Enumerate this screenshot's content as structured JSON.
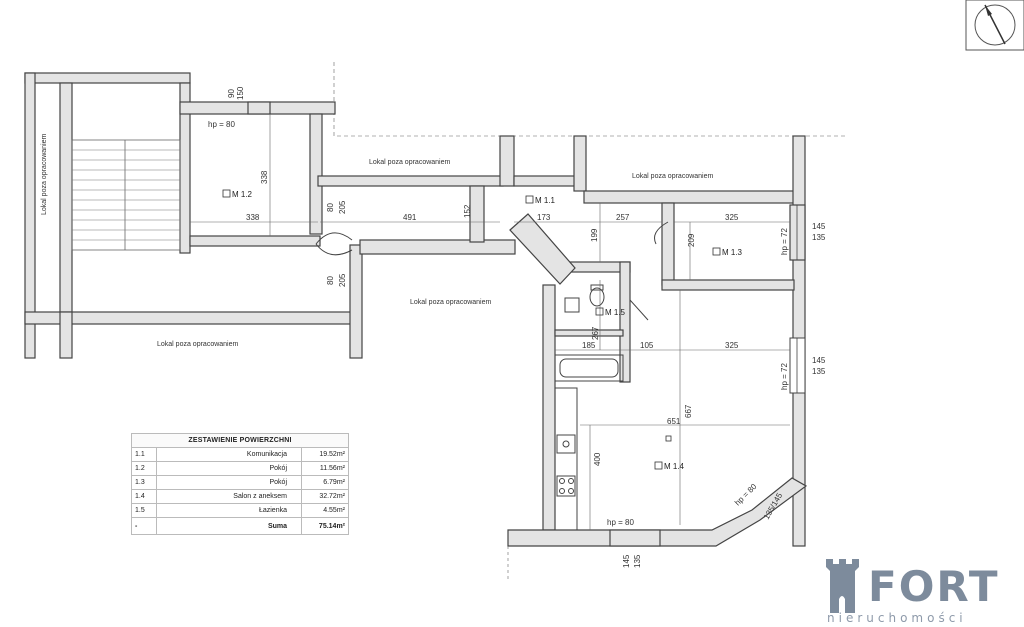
{
  "rooms": {
    "m1_1": "M 1.1",
    "m1_2": "M 1.2",
    "m1_3": "M 1.3",
    "m1_4": "M 1.4",
    "m1_5": "M 1.5"
  },
  "outside_label": "Lokal poza opracowaniem",
  "dimensions": {
    "d90": "90",
    "d150": "150",
    "hp80": "hp = 80",
    "hp72": "hp = 72",
    "d338": "338",
    "d80": "80",
    "d205": "205",
    "d491": "491",
    "d152": "152",
    "d173": "173",
    "d257": "257",
    "d199": "199",
    "d325": "325",
    "d209": "209",
    "d145": "145",
    "d135": "135",
    "d267": "267",
    "d185": "185",
    "d105": "105",
    "d651": "651",
    "d667": "667",
    "d400": "400",
    "d135_145": "135/145"
  },
  "areas_table": {
    "title": "ZESTAWIENIE POWIERZCHNI",
    "rows": [
      {
        "no": "1.1",
        "name": "Komunikacja",
        "area": "19.52m²"
      },
      {
        "no": "1.2",
        "name": "Pokój",
        "area": "11.56m²"
      },
      {
        "no": "1.3",
        "name": "Pokój",
        "area": "6.79m²"
      },
      {
        "no": "1.4",
        "name": "Salon z aneksem",
        "area": "32.72m²"
      },
      {
        "no": "1.5",
        "name": "Łazienka",
        "area": "4.55m²"
      }
    ],
    "sum": {
      "no": "-",
      "name": "Suma",
      "area": "75.14m²"
    }
  },
  "logo": {
    "brand": "FORT",
    "sub": "nieruchomości",
    "color": "#7d8b9c"
  },
  "compass_icon": "compass-north-arrow"
}
